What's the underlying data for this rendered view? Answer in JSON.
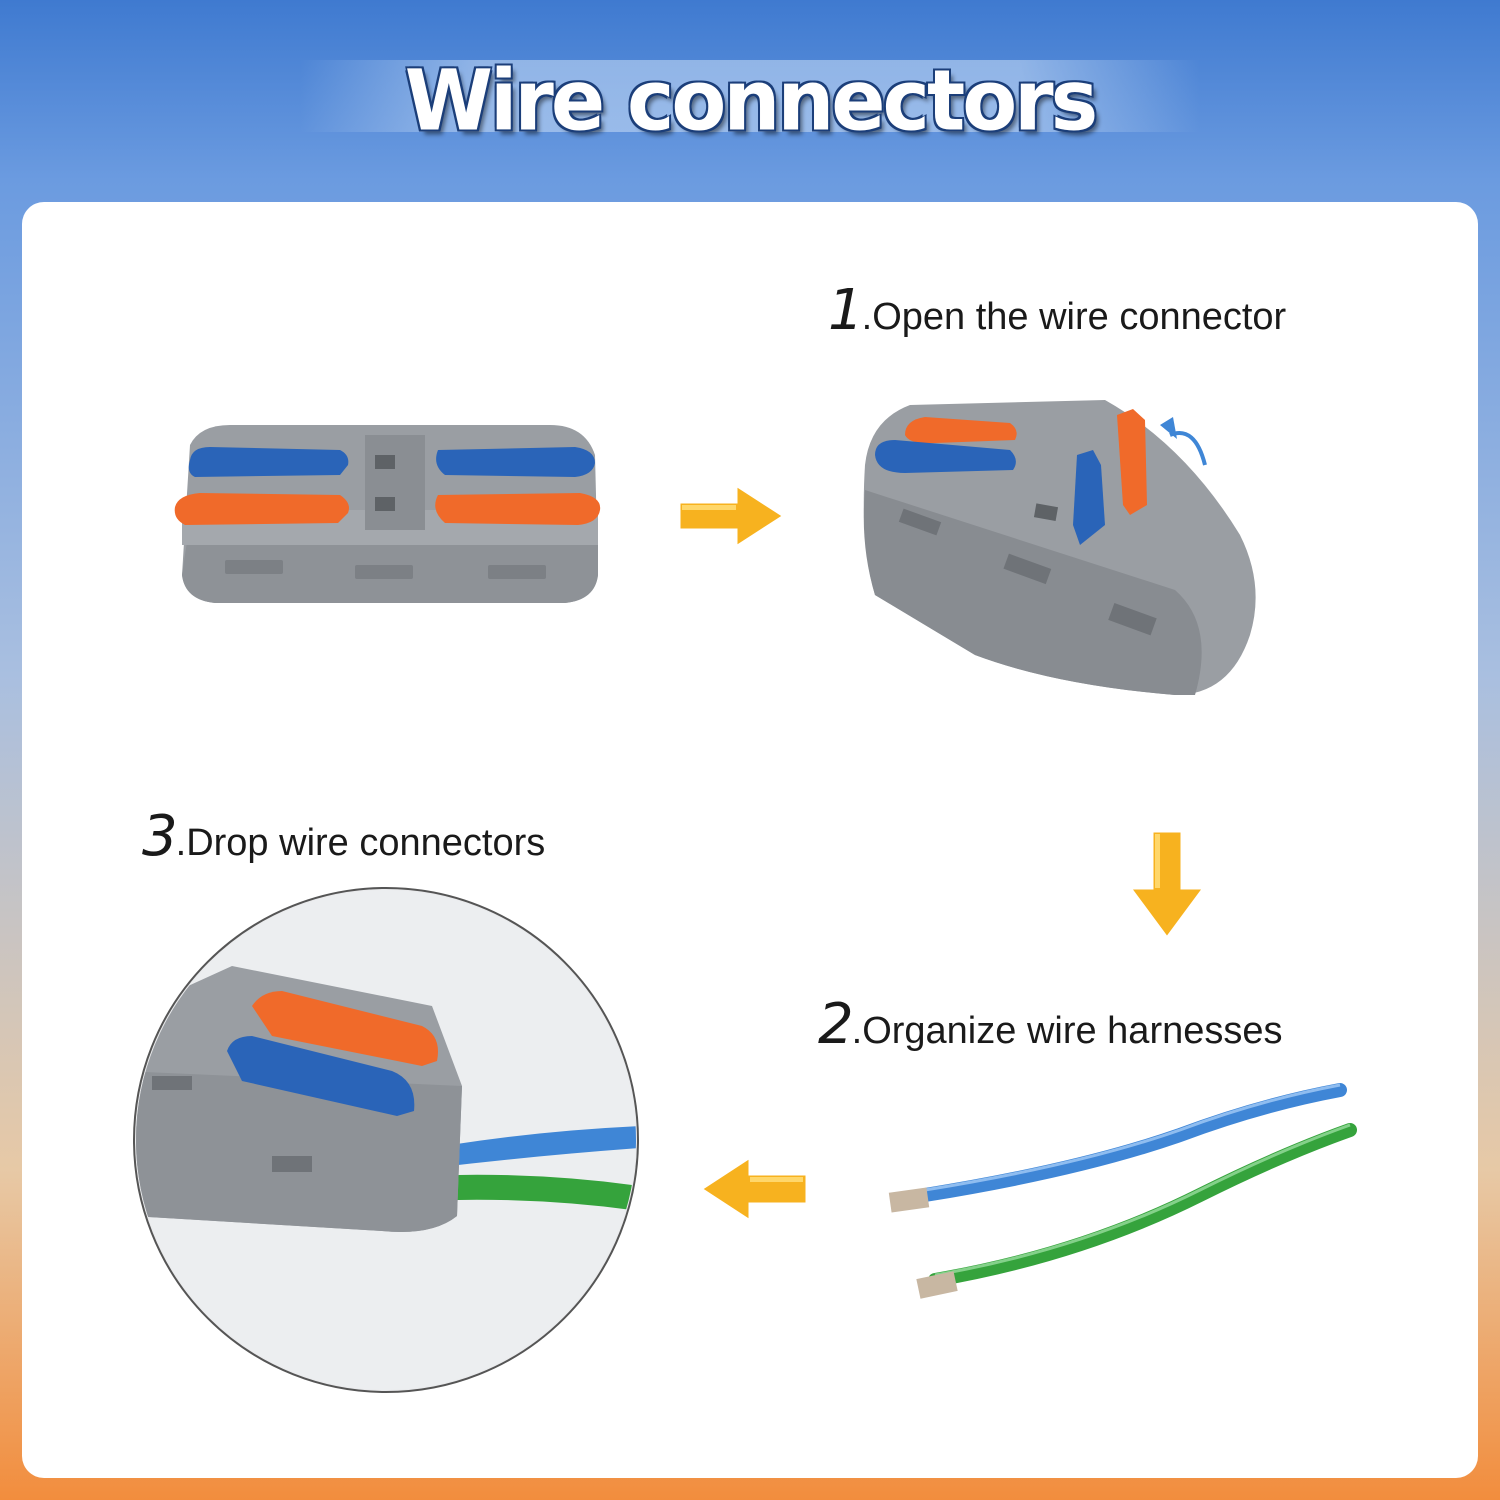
{
  "header": {
    "title": "Wire connectors"
  },
  "steps": [
    {
      "num": "1",
      "text": ".Open the wire connector"
    },
    {
      "num": "2",
      "text": ".Organize wire harnesses"
    },
    {
      "num": "3",
      "text": ".Drop wire connectors"
    }
  ],
  "colors": {
    "connector_gray": "#9a9ea3",
    "lever_blue": "#2a64b8",
    "lever_orange": "#f06a2a",
    "arrow_yellow": "#f7b21f",
    "wire_blue": "#3f86d6",
    "wire_green": "#35a33c"
  },
  "icons": {
    "arrow_right": "arrow-right-icon",
    "arrow_down": "arrow-down-icon",
    "arrow_left": "arrow-left-icon",
    "rotate": "curved-arrow-icon"
  }
}
